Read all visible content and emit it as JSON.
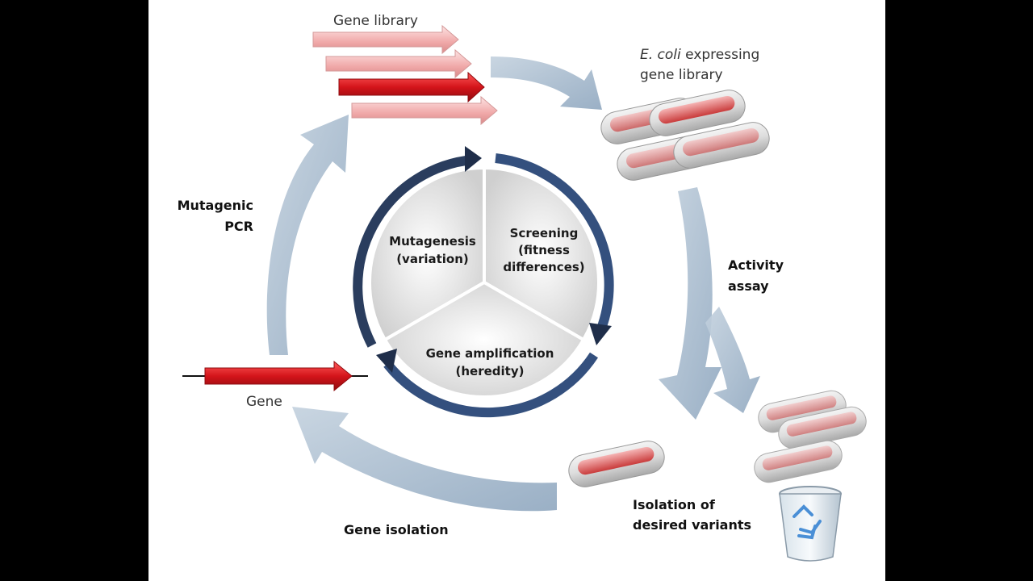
{
  "labels": {
    "gene_library": "Gene library",
    "ecoli_italic": "E. coli",
    "ecoli_rest": " expressing",
    "ecoli_line2": "gene library",
    "mutagenic_1": "Mutagenic",
    "mutagenic_2": "PCR",
    "activity_1": "Activity",
    "activity_2": "assay",
    "gene": "Gene",
    "isolation_1": "Isolation of",
    "isolation_2": "desired variants",
    "gene_isolation": "Gene isolation"
  },
  "center": {
    "mutagenesis_1": "Mutagenesis",
    "mutagenesis_2": "(variation)",
    "screening_1": "Screening",
    "screening_2": "(fitness",
    "screening_3": "differences)",
    "amplification_1": "Gene amplification",
    "amplification_2": "(heredity)"
  },
  "colors": {
    "outer_arrow": "#a9bccf",
    "inner_arrow_dark": "#1f2e4a",
    "inner_arrow_mid": "#3c5a8c",
    "gene_red": "#d4141a",
    "gene_pink": "#f2b8b8",
    "sector_fill": "#dcdcdc"
  }
}
